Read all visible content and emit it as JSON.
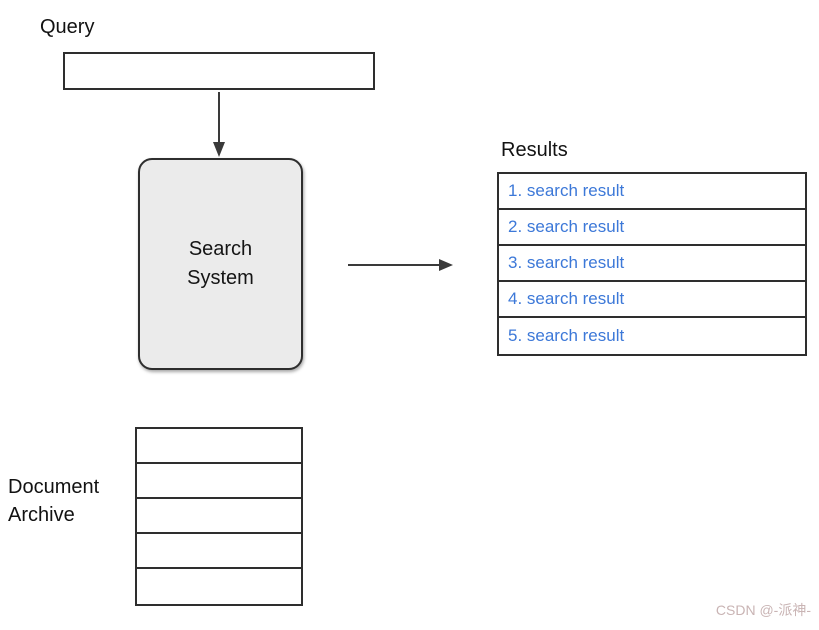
{
  "query": {
    "label": "Query"
  },
  "search_system": {
    "line1": "Search",
    "line2": "System"
  },
  "results": {
    "label": "Results",
    "items": [
      "1. search result",
      "2. search result",
      "3. search result",
      "4. search result",
      "5. search result"
    ]
  },
  "archive": {
    "label_line1": "Document",
    "label_line2": "Archive",
    "rows": 5
  },
  "watermark": {
    "text": "CSDN @-派神-"
  },
  "colors": {
    "link_blue": "#3C78D8",
    "box_fill": "#EBEBEB",
    "border_dark": "#2E2E2E",
    "watermark": "#C9B4B4"
  }
}
